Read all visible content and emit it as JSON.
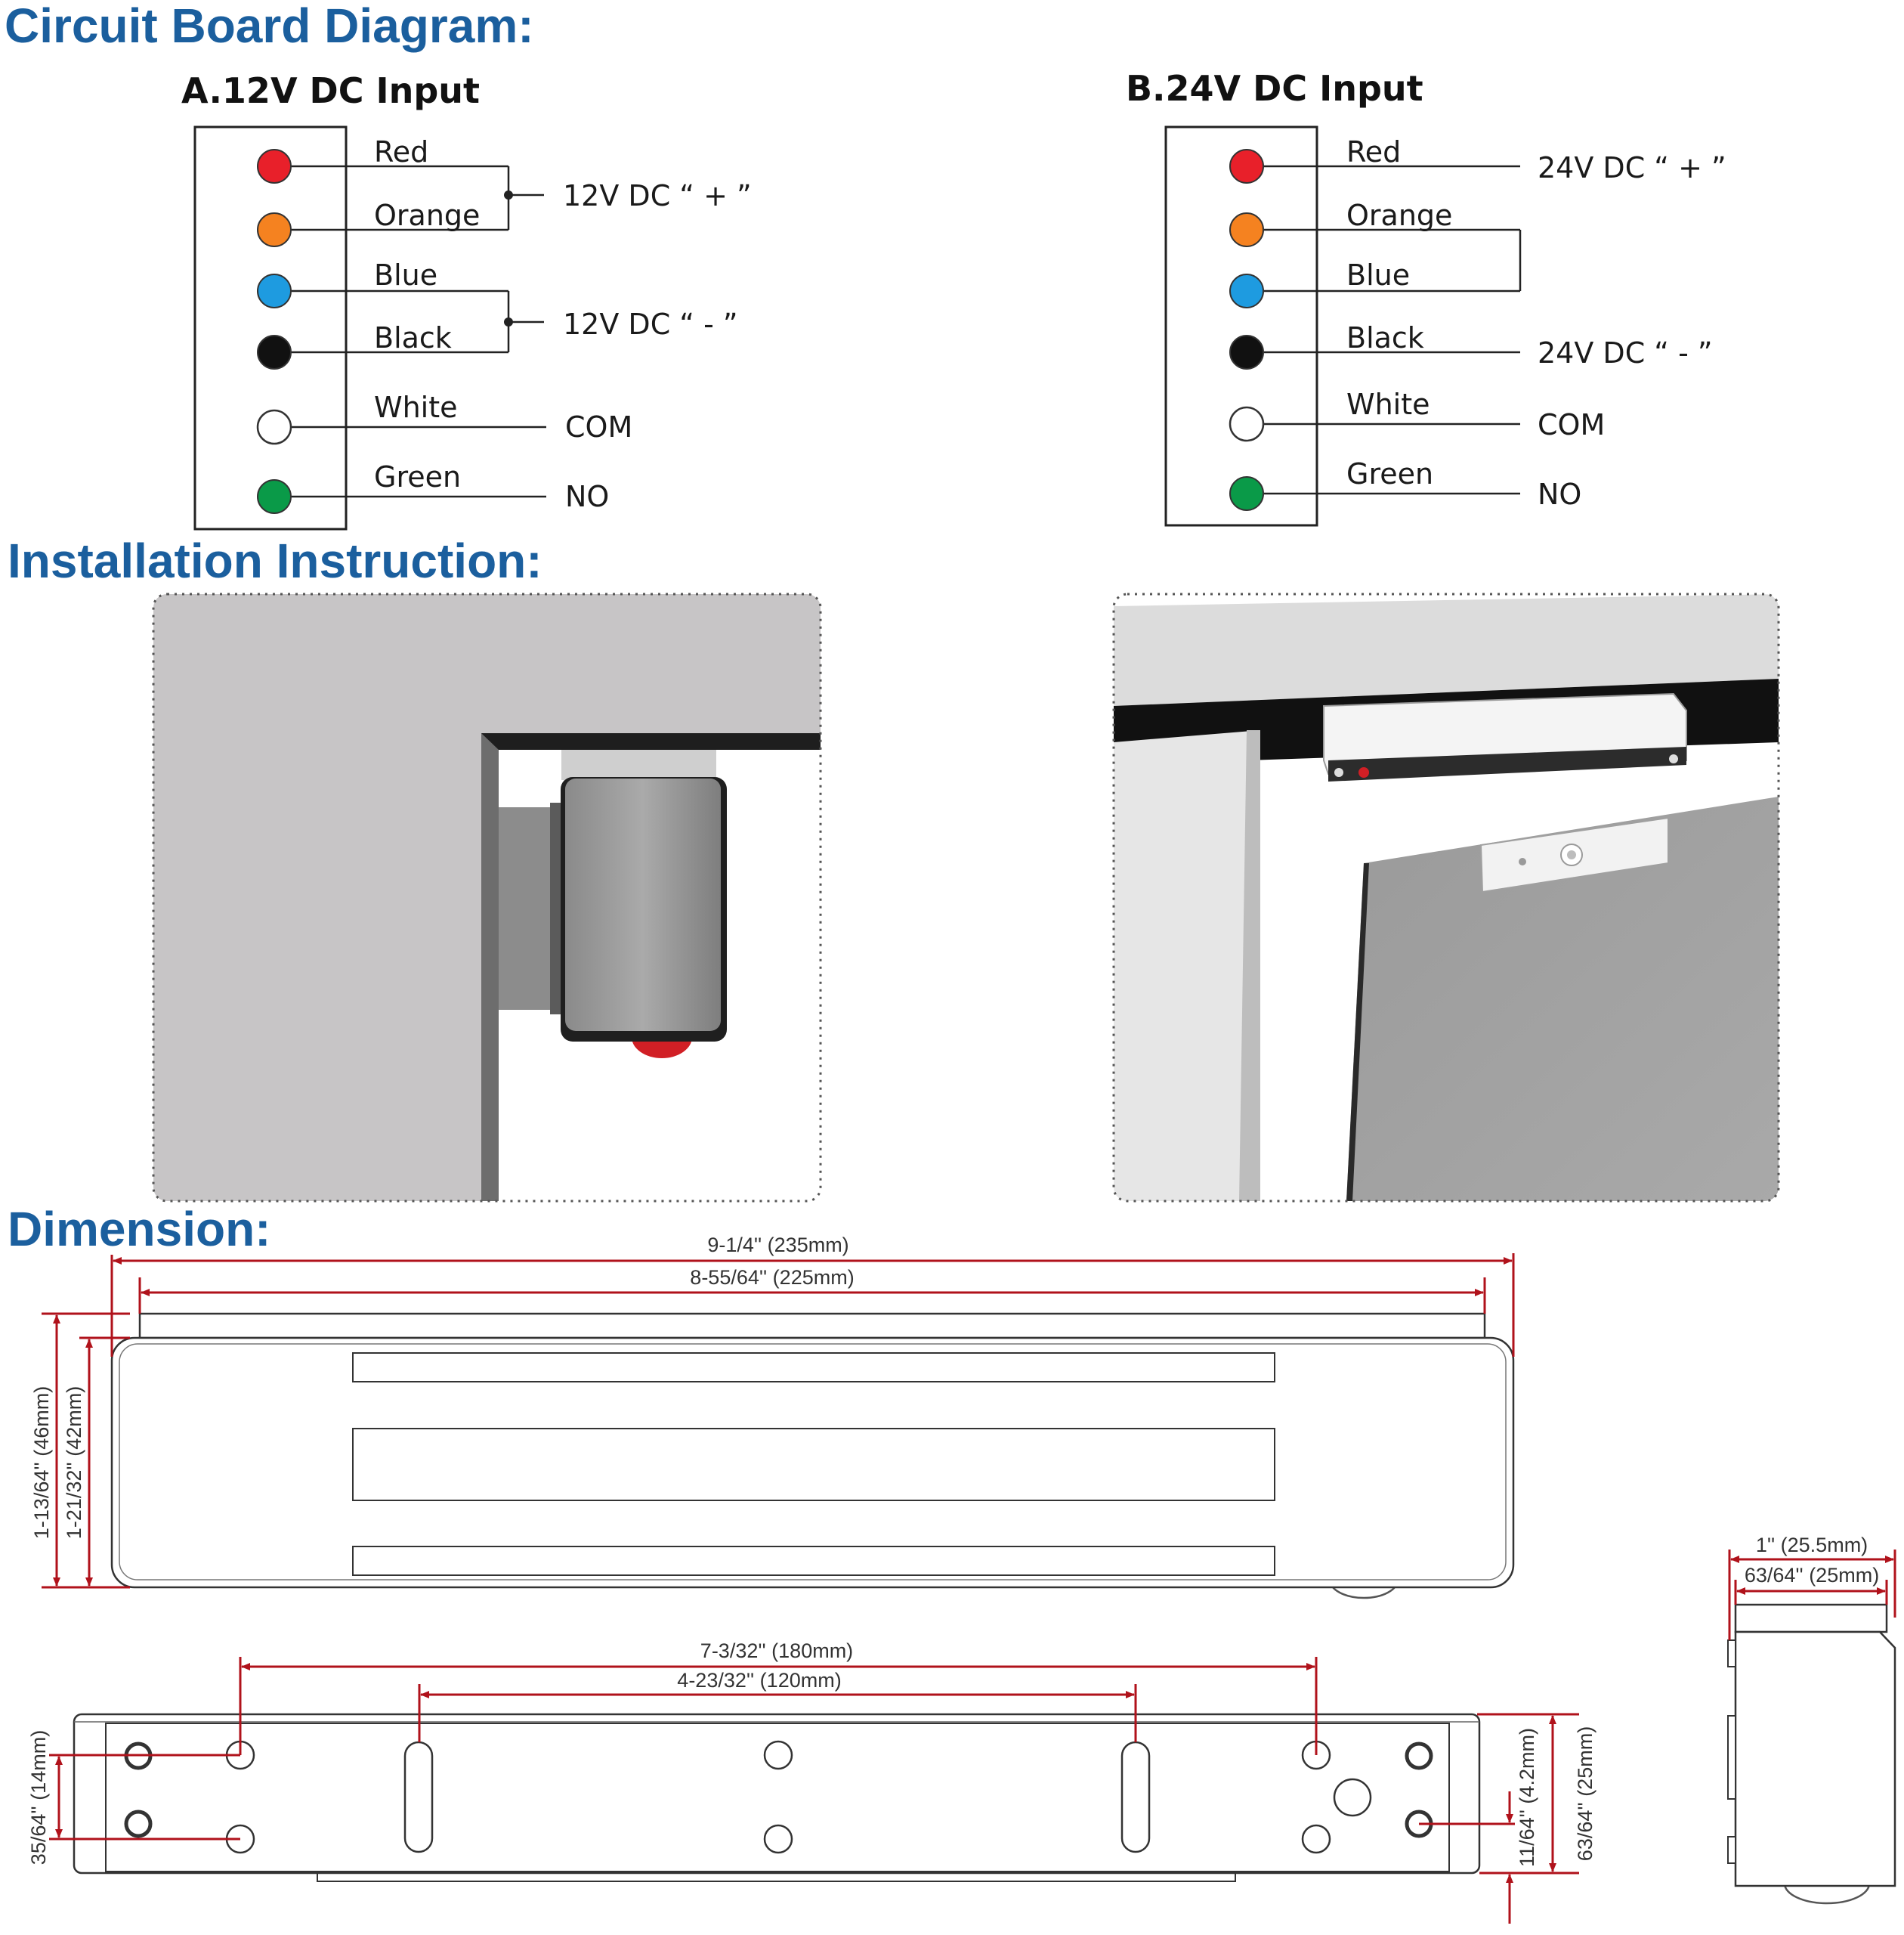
{
  "headings": {
    "circuit": "Circuit Board Diagram:",
    "installation": "Installation Instruction:",
    "dimension": "Dimension:"
  },
  "diagram_a": {
    "title": "A.12V DC Input",
    "wires": [
      "Red",
      "Orange",
      "Blue",
      "Black",
      "White",
      "Green"
    ],
    "plus": "12V DC “ + ”",
    "minus": "12V DC “ - ”",
    "com": "COM",
    "no": "NO"
  },
  "diagram_b": {
    "title": "B.24V DC Input",
    "wires": [
      "Red",
      "Orange",
      "Blue",
      "Black",
      "White",
      "Green"
    ],
    "plus": "24V DC “ + ”",
    "minus": "24V DC “ - ”",
    "com": "COM",
    "no": "NO"
  },
  "wire_colors": {
    "Red": "#e8202a",
    "Orange": "#f58220",
    "Blue": "#1e9be0",
    "Black": "#111111",
    "White": "#ffffff",
    "Green": "#0a9a48"
  },
  "colors": {
    "heading": "#1b5f9e",
    "dimension_line": "#b0121b"
  },
  "dimensions": {
    "overall_length": "9-1/4'' (235mm)",
    "plate_length": "8-55/64'' (225mm)",
    "overall_height": "1-13/64'' (46mm)",
    "body_height": "1-21/32'' (42mm)",
    "hole_span_outer": "7-3/32'' (180mm)",
    "hole_span_inner": "4-23/32'' (120mm)",
    "hole_pitch": "35/64'' (14mm)",
    "small_offset": "11/64'' (4.2mm)",
    "base_height": "63/64'' (25mm)",
    "side_depth_outer": "1'' (25.5mm)",
    "side_depth_inner": "63/64'' (25mm)"
  }
}
